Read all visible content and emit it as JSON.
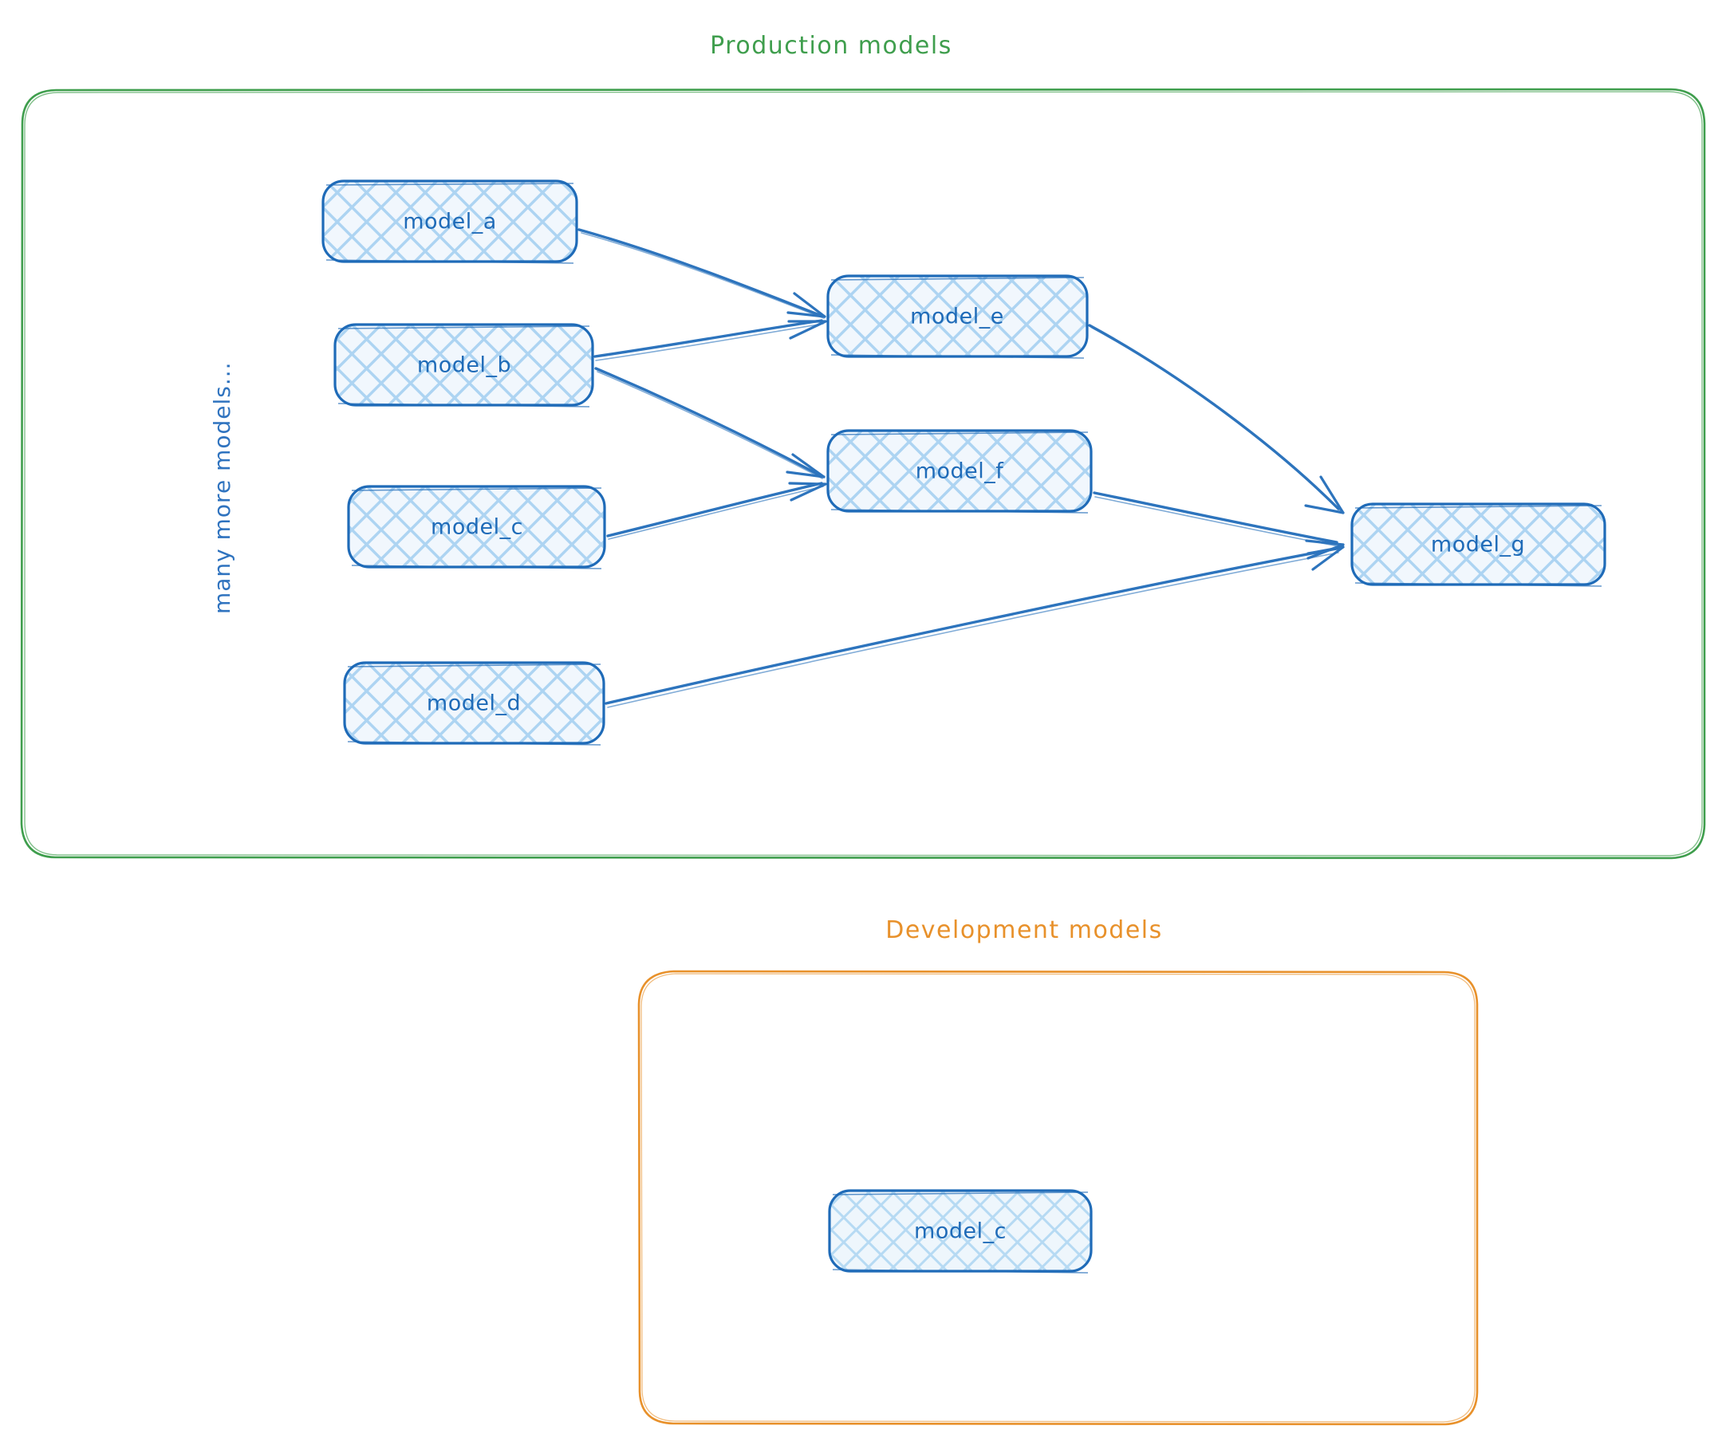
{
  "diagram": {
    "title_production": "Production models",
    "title_development": "Development models",
    "side_note": "many more models...",
    "colors": {
      "production_border": "#3f9e4d",
      "development_border": "#e8912b",
      "node_border": "#1f6bb8",
      "node_fill": "#cfe6f7",
      "node_text": "#1f6bb8",
      "edge": "#2d74bd",
      "background": "#ffffff"
    },
    "production_nodes": [
      {
        "id": "model_a",
        "label": "model_a"
      },
      {
        "id": "model_b",
        "label": "model_b"
      },
      {
        "id": "model_c",
        "label": "model_c"
      },
      {
        "id": "model_d",
        "label": "model_d"
      },
      {
        "id": "model_e",
        "label": "model_e"
      },
      {
        "id": "model_f",
        "label": "model_f"
      },
      {
        "id": "model_g",
        "label": "model_g"
      }
    ],
    "development_nodes": [
      {
        "id": "dev_model_c",
        "label": "model_c"
      }
    ],
    "edges": [
      {
        "from": "model_a",
        "to": "model_e"
      },
      {
        "from": "model_b",
        "to": "model_e"
      },
      {
        "from": "model_b",
        "to": "model_f"
      },
      {
        "from": "model_c",
        "to": "model_f"
      },
      {
        "from": "model_e",
        "to": "model_g"
      },
      {
        "from": "model_f",
        "to": "model_g"
      },
      {
        "from": "model_d",
        "to": "model_g"
      }
    ]
  }
}
